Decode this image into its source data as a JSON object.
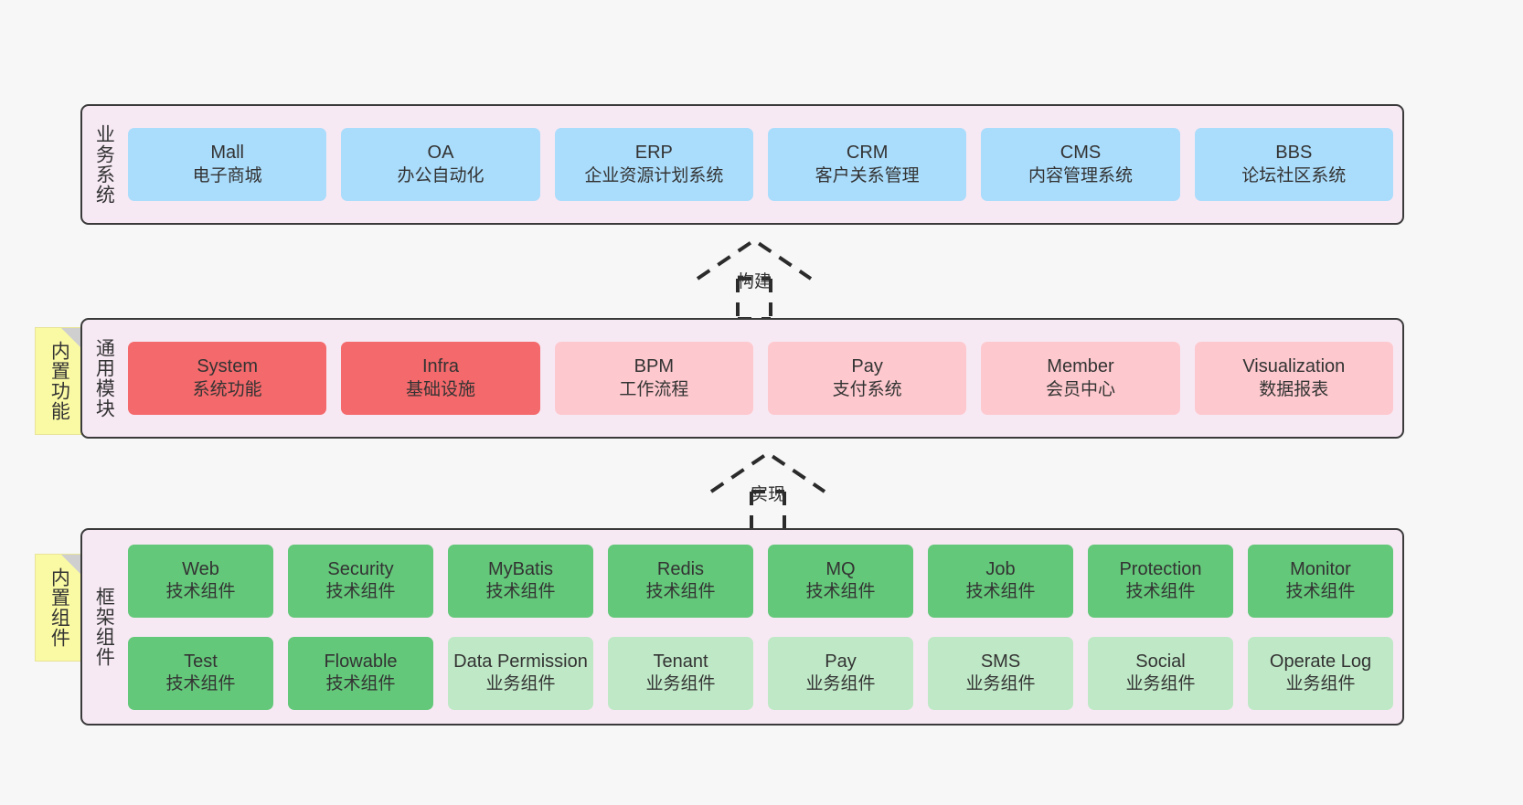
{
  "diagram": {
    "background": "#f7f7f7",
    "palette": {
      "container_bg": "#f7e9f4",
      "container_border": "#3a3a3a",
      "business_system": "#aadcfb",
      "module_core": "#f4696b",
      "module_optional": "#fdc9ce",
      "tech_component": "#64c87a",
      "biz_component": "#bfe8c6",
      "sticky_note": "#fbfaa4"
    }
  },
  "layers": {
    "business": {
      "label": "业务系统",
      "cards": [
        {
          "title": "Mall",
          "sub": "电子商城"
        },
        {
          "title": "OA",
          "sub": "办公自动化"
        },
        {
          "title": "ERP",
          "sub": "企业资源计划系统"
        },
        {
          "title": "CRM",
          "sub": "客户关系管理"
        },
        {
          "title": "CMS",
          "sub": "内容管理系统"
        },
        {
          "title": "BBS",
          "sub": "论坛社区系统"
        }
      ]
    },
    "modules": {
      "label": "通用模块",
      "sticky": "内置功能",
      "cards": [
        {
          "title": "System",
          "sub": "系统功能",
          "tone": "core"
        },
        {
          "title": "Infra",
          "sub": "基础设施",
          "tone": "core"
        },
        {
          "title": "BPM",
          "sub": "工作流程",
          "tone": "optional"
        },
        {
          "title": "Pay",
          "sub": "支付系统",
          "tone": "optional"
        },
        {
          "title": "Member",
          "sub": "会员中心",
          "tone": "optional"
        },
        {
          "title": "Visualization",
          "sub": "数据报表",
          "tone": "optional"
        }
      ]
    },
    "framework": {
      "label": "框架组件",
      "sticky": "内置组件",
      "row1": [
        {
          "title": "Web",
          "sub": "技术组件",
          "tone": "tech"
        },
        {
          "title": "Security",
          "sub": "技术组件",
          "tone": "tech"
        },
        {
          "title": "MyBatis",
          "sub": "技术组件",
          "tone": "tech"
        },
        {
          "title": "Redis",
          "sub": "技术组件",
          "tone": "tech"
        },
        {
          "title": "MQ",
          "sub": "技术组件",
          "tone": "tech"
        },
        {
          "title": "Job",
          "sub": "技术组件",
          "tone": "tech"
        },
        {
          "title": "Protection",
          "sub": "技术组件",
          "tone": "tech"
        },
        {
          "title": "Monitor",
          "sub": "技术组件",
          "tone": "tech"
        }
      ],
      "row2": [
        {
          "title": "Test",
          "sub": "技术组件",
          "tone": "tech"
        },
        {
          "title": "Flowable",
          "sub": "技术组件",
          "tone": "tech"
        },
        {
          "title": "Data Permission",
          "sub": "业务组件",
          "tone": "biz"
        },
        {
          "title": "Tenant",
          "sub": "业务组件",
          "tone": "biz"
        },
        {
          "title": "Pay",
          "sub": "业务组件",
          "tone": "biz"
        },
        {
          "title": "SMS",
          "sub": "业务组件",
          "tone": "biz"
        },
        {
          "title": "Social",
          "sub": "业务组件",
          "tone": "biz"
        },
        {
          "title": "Operate Log",
          "sub": "业务组件",
          "tone": "biz"
        }
      ]
    }
  },
  "connectors": [
    {
      "label": "构建"
    },
    {
      "label": "实现"
    }
  ]
}
